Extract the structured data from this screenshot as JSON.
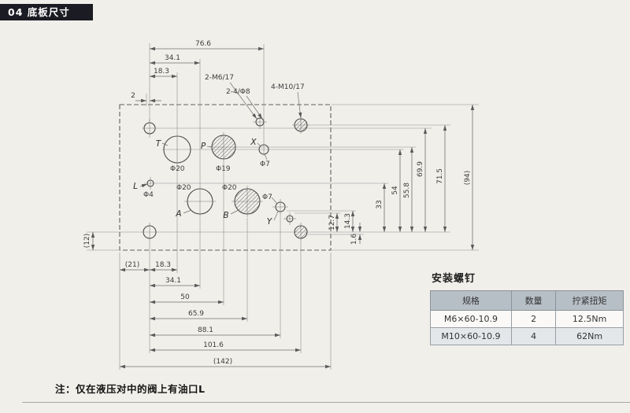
{
  "page": {
    "header": "04 底板尺寸",
    "note": "注：仅在液压对中的阀上有油口L"
  },
  "drawing": {
    "top_dims": {
      "d766": "76.6",
      "d341": "34.1",
      "d183": "18.3",
      "d2": "2"
    },
    "hole_labels": {
      "m6": "2-M6/17",
      "phi": "2-4/Φ8",
      "m10": "4-M10/17"
    },
    "ports": {
      "t": {
        "label": "T",
        "dia": "Φ20"
      },
      "p": {
        "label": "P",
        "dia": "Φ19"
      },
      "x": {
        "label": "X",
        "dia": "Φ7"
      },
      "l": {
        "label": "L",
        "dia": "Φ4"
      },
      "a": {
        "label": "A",
        "dia": "Φ20"
      },
      "b": {
        "label": "B",
        "dia": "Φ20"
      },
      "y": {
        "label": "Y",
        "dia": "Φ7"
      }
    },
    "right_dims": {
      "d127": "12.7",
      "d143": "14.3",
      "d16": "1.6",
      "d33": "33",
      "d54": "54",
      "d558": "55.8",
      "d699": "69.9",
      "d715": "71.5",
      "d94": "(94)"
    },
    "left_dim": "(12)",
    "bottom_dims": {
      "d21": "(21)",
      "d183": "18.3",
      "d341": "34.1",
      "d50": "50",
      "d659": "65.9",
      "d881": "88.1",
      "d1016": "101.6",
      "d142": "(142)"
    }
  },
  "table": {
    "title": "安装螺钉",
    "headers": [
      "规格",
      "数量",
      "拧紧扭矩"
    ],
    "rows": [
      [
        "M6×60-10.9",
        "2",
        "12.5Nm"
      ],
      [
        "M10×60-10.9",
        "4",
        "62Nm"
      ]
    ]
  }
}
